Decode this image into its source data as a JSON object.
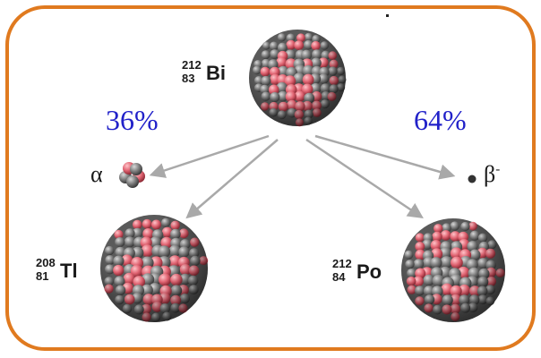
{
  "parent": {
    "mass_number": "212",
    "atomic_number": "83",
    "symbol": "Bi"
  },
  "left_branch": {
    "percent": "36%",
    "particle": "α",
    "product": {
      "mass_number": "208",
      "atomic_number": "81",
      "symbol": "Tl"
    }
  },
  "right_branch": {
    "percent": "64%",
    "particle": "β",
    "particle_charge": "-",
    "product": {
      "mass_number": "212",
      "atomic_number": "84",
      "symbol": "Po"
    }
  },
  "colors": {
    "frame": "#e07a1f",
    "percent_text": "#2121c9",
    "proton": "#e06472",
    "neutron": "#7a7a7a",
    "arrow": "#a9a9a9"
  }
}
